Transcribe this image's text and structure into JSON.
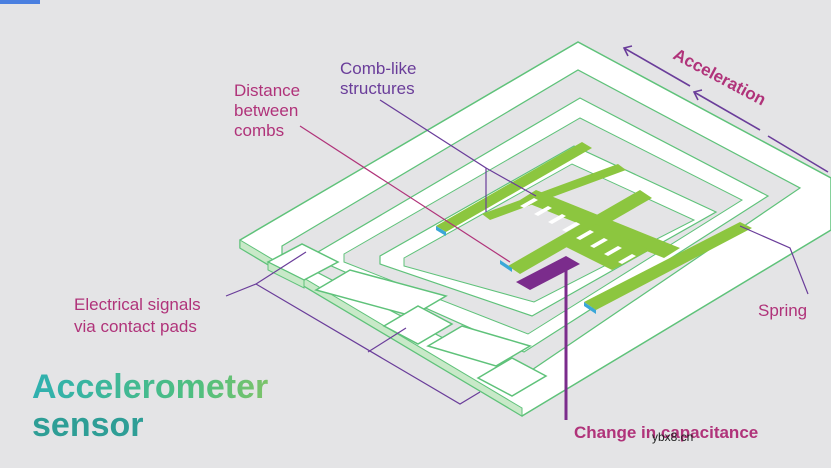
{
  "title": {
    "line1": "Accelerometer",
    "line2": "sensor"
  },
  "labels": {
    "distance_between_combs": [
      "Distance",
      "between",
      "combs"
    ],
    "comb_like_structures": [
      "Comb-like",
      "structures"
    ],
    "acceleration": "Acceleration",
    "electrical_signals": [
      "Electrical signals",
      "via contact pads"
    ],
    "spring": "Spring",
    "change_in_capacitance": "Change in capacitance"
  },
  "watermark": "ybx8.cn",
  "colors": {
    "background": "#e4e4e6",
    "frame_stroke": "#5fc27a",
    "frame_fill": "#ffffff",
    "comb_green": "#8cc63f",
    "comb_blue": "#3aa7d8",
    "capacitor_purple": "#7b2c8c",
    "label_magenta": "#b0337a",
    "label_purple": "#6a3d9a",
    "title_teal": "#3ab3a8"
  },
  "icons": {
    "acceleration_arrows": "left-arrow-icon"
  }
}
